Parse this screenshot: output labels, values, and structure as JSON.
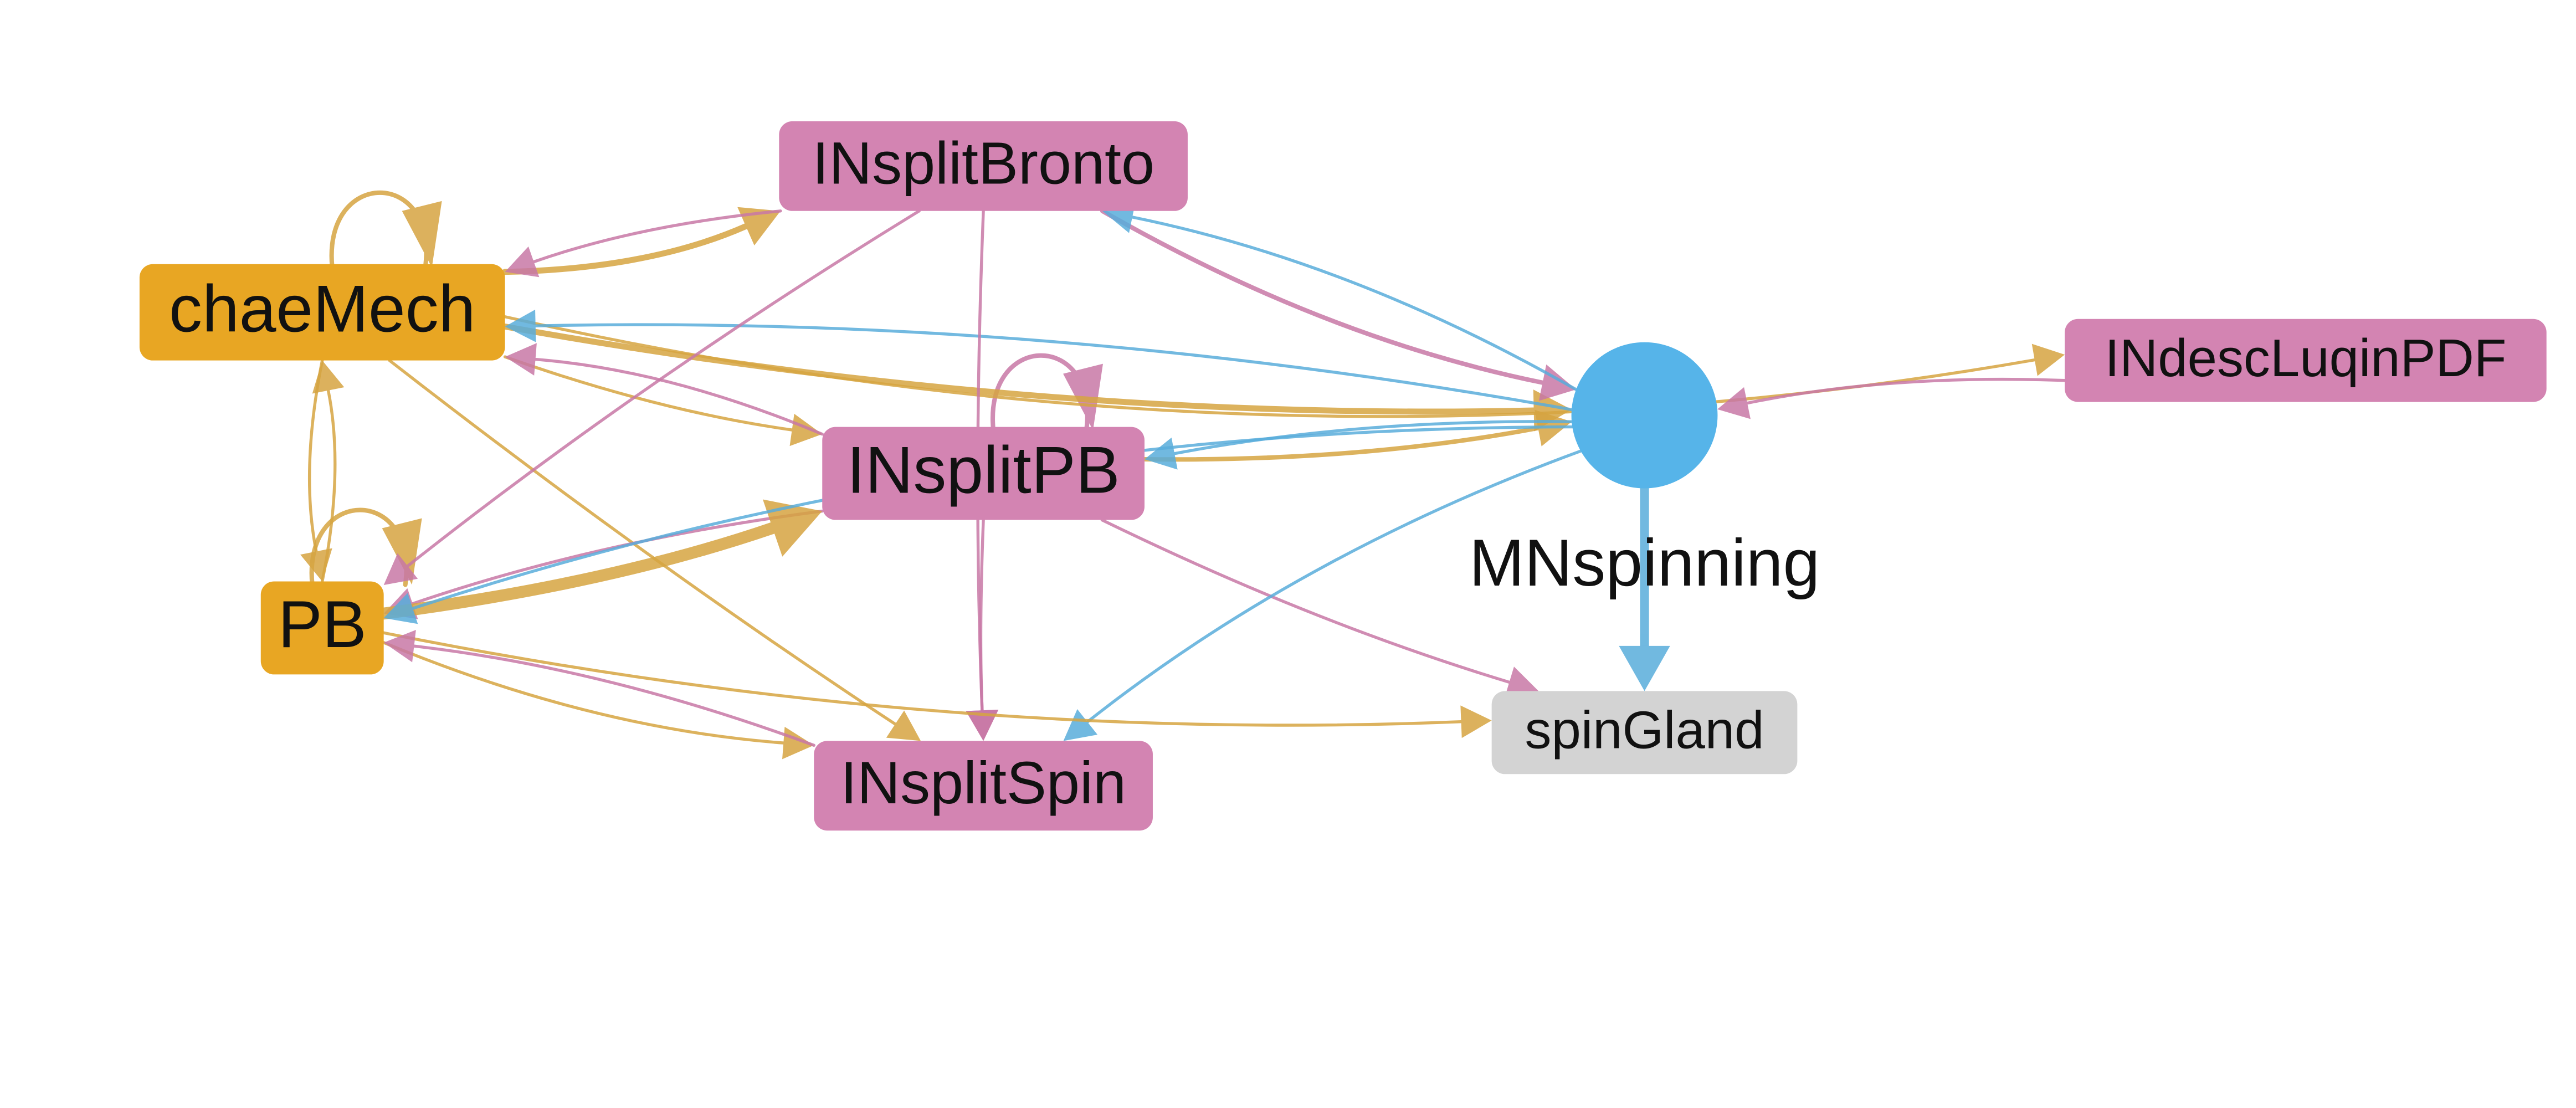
{
  "colors": {
    "gold": "#E8A623",
    "pink": "#D384B2",
    "blue": "#56B4E9",
    "gray": "#D3D3D3",
    "edge_gold": "#D6A441",
    "edge_pink": "#C878A6",
    "edge_blue": "#59ADDB",
    "text": "#111111"
  },
  "nodes": [
    {
      "id": "INsplitBronto",
      "label": "INsplitBronto",
      "shape": "box",
      "color": "pink"
    },
    {
      "id": "chaeMech",
      "label": "chaeMech",
      "shape": "box",
      "color": "gold"
    },
    {
      "id": "INdescLuqinPDF",
      "label": "INdescLuqinPDF",
      "shape": "box",
      "color": "pink"
    },
    {
      "id": "INsplitPB",
      "label": "INsplitPB",
      "shape": "box",
      "color": "pink"
    },
    {
      "id": "MNspinning",
      "label": "MNspinning",
      "shape": "circle",
      "color": "blue"
    },
    {
      "id": "PB",
      "label": "PB",
      "shape": "box",
      "color": "gold"
    },
    {
      "id": "spinGland",
      "label": "spinGland",
      "shape": "box",
      "color": "gray"
    },
    {
      "id": "INsplitSpin",
      "label": "INsplitSpin",
      "shape": "box",
      "color": "pink"
    }
  ],
  "edges": [
    {
      "from": "chaeMech",
      "to": "chaeMech",
      "color": "gold",
      "weight": 3
    },
    {
      "from": "INsplitPB",
      "to": "INsplitPB",
      "color": "pink",
      "weight": 3
    },
    {
      "from": "PB",
      "to": "PB",
      "color": "gold",
      "weight": 3
    },
    {
      "from": "chaeMech",
      "to": "INsplitBronto",
      "color": "gold",
      "weight": 4
    },
    {
      "from": "INsplitBronto",
      "to": "chaeMech",
      "color": "pink",
      "weight": 2
    },
    {
      "from": "chaeMech",
      "to": "INdescLuqinPDF",
      "color": "gold",
      "weight": 2
    },
    {
      "from": "chaeMech",
      "to": "MNspinning",
      "color": "gold",
      "weight": 4
    },
    {
      "from": "chaeMech",
      "to": "INsplitPB",
      "color": "gold",
      "weight": 2
    },
    {
      "from": "INsplitPB",
      "to": "chaeMech",
      "color": "pink",
      "weight": 2
    },
    {
      "from": "MNspinning",
      "to": "chaeMech",
      "color": "blue",
      "weight": 2
    },
    {
      "from": "chaeMech",
      "to": "PB",
      "color": "gold",
      "weight": 2
    },
    {
      "from": "PB",
      "to": "chaeMech",
      "color": "gold",
      "weight": 2
    },
    {
      "from": "chaeMech",
      "to": "INsplitSpin",
      "color": "gold",
      "weight": 2
    },
    {
      "from": "INsplitBronto",
      "to": "MNspinning",
      "color": "pink",
      "weight": 3
    },
    {
      "from": "MNspinning",
      "to": "INsplitBronto",
      "color": "blue",
      "weight": 2
    },
    {
      "from": "INsplitBronto",
      "to": "INsplitSpin",
      "color": "pink",
      "weight": 2
    },
    {
      "from": "INsplitBronto",
      "to": "PB",
      "color": "pink",
      "weight": 2
    },
    {
      "from": "INdescLuqinPDF",
      "to": "MNspinning",
      "color": "pink",
      "weight": 2
    },
    {
      "from": "INsplitPB",
      "to": "MNspinning",
      "color": "gold",
      "weight": 3
    },
    {
      "from": "MNspinning",
      "to": "INsplitPB",
      "color": "blue",
      "weight": 2
    },
    {
      "from": "INsplitPB",
      "to": "INsplitSpin",
      "color": "pink",
      "weight": 2
    },
    {
      "from": "INsplitPB",
      "to": "spinGland",
      "color": "pink",
      "weight": 2
    },
    {
      "from": "INsplitPB",
      "to": "PB",
      "color": "pink",
      "weight": 2
    },
    {
      "from": "PB",
      "to": "INsplitPB",
      "color": "gold",
      "weight": 8
    },
    {
      "from": "MNspinning",
      "to": "PB",
      "color": "blue",
      "weight": 2
    },
    {
      "from": "MNspinning",
      "to": "INsplitSpin",
      "color": "blue",
      "weight": 2
    },
    {
      "from": "MNspinning",
      "to": "spinGland",
      "color": "blue",
      "weight": 6
    },
    {
      "from": "PB",
      "to": "spinGland",
      "color": "gold",
      "weight": 2
    },
    {
      "from": "PB",
      "to": "INsplitSpin",
      "color": "gold",
      "weight": 2
    },
    {
      "from": "INsplitSpin",
      "to": "PB",
      "color": "pink",
      "weight": 2
    }
  ]
}
